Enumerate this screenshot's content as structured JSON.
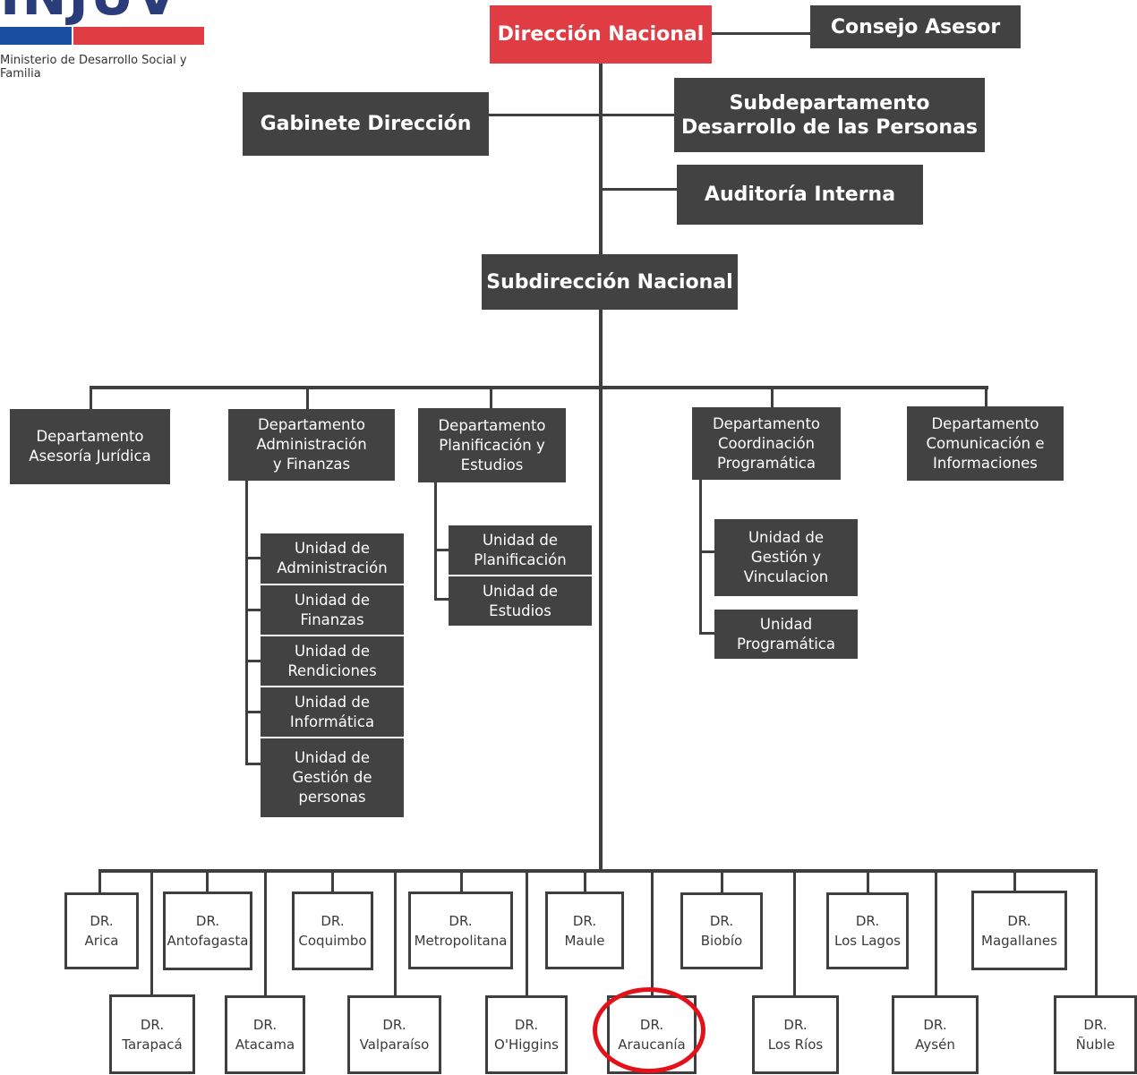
{
  "logo": {
    "text": "INJUV",
    "subtitle": "Ministerio de Desarrollo Social y Familia",
    "colors": {
      "blue": "#1a4ea0",
      "red": "#e03c43"
    }
  },
  "top": {
    "direccion": "Dirección Nacional",
    "consejo": "Consejo Asesor",
    "gabinete": "Gabinete Dirección",
    "subdepto": "Subdepartamento\nDesarrollo de las Personas",
    "auditoria": "Auditoría Interna",
    "subdireccion": "Subdirección Nacional"
  },
  "departments": {
    "juridica": "Departamento\nAsesoría Jurídica",
    "admin": "Departamento\nAdministración\ny Finanzas",
    "planif": "Departamento\nPlanificación y\nEstudios",
    "coord": "Departamento\nCoordinación\nProgramática",
    "comunic": "Departamento\nComunicación e\nInformaciones"
  },
  "units": {
    "u_admin": "Unidad de\nAdministración",
    "u_finanzas": "Unidad de\nFinanzas",
    "u_rendiciones": "Unidad de\nRendiciones",
    "u_informatica": "Unidad de\nInformática",
    "u_personas": "Unidad de\nGestión  de\npersonas",
    "u_planif": "Unidad de\nPlanificación",
    "u_estudios": "Unidad de\nEstudios",
    "u_gestion": "Unidad de\nGestión y\nVinculacion",
    "u_programatica": "Unidad\nProgramática"
  },
  "regional": {
    "arica": "DR.\nArica",
    "antofagasta": "DR.\nAntofagasta",
    "coquimbo": "DR.\nCoquimbo",
    "metropolitana": "DR.\nMetropolitana",
    "maule": "DR.\nMaule",
    "biobio": "DR.\nBiobío",
    "loslagos": "DR.\nLos Lagos",
    "magallanes": "DR.\nMagallanes",
    "tarapaca": "DR.\nTarapacá",
    "atacama": "DR.\nAtacama",
    "valparaiso": "DR.\nValparaíso",
    "ohiggins": "DR.\nO'Higgins",
    "araucania": "DR.\nAraucanía",
    "losrios": "DR.\nLos Ríos",
    "aysen": "DR.\nAysén",
    "nuble": "DR.\nÑuble"
  },
  "highlight": {
    "target": "DR. Araucanía",
    "color": "#e3111a"
  }
}
